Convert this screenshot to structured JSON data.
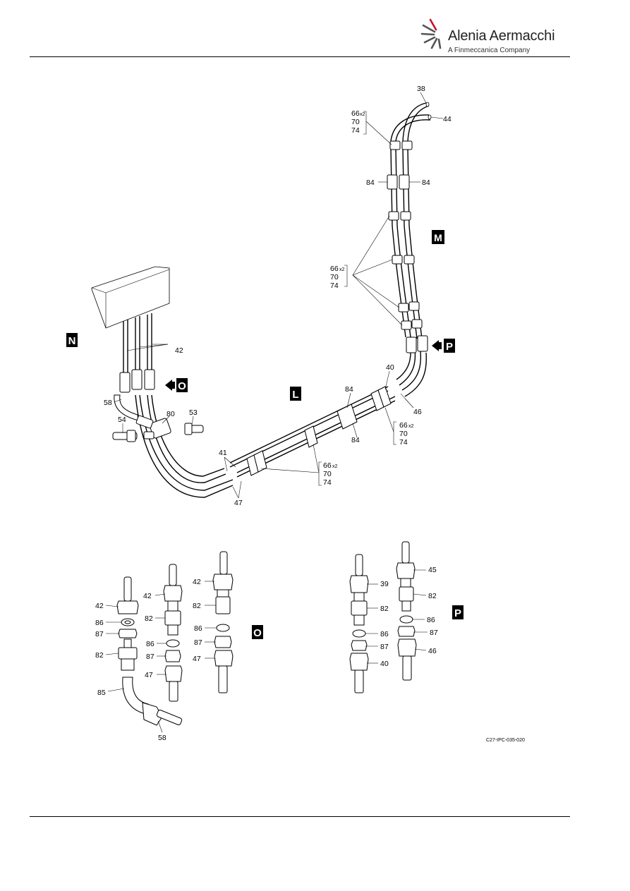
{
  "header": {
    "logo_name": "Alenia Aermacchi",
    "logo_sub": "A Finmeccanica Company"
  },
  "view_labels": {
    "N": "N",
    "O": "O",
    "L": "L",
    "M": "M",
    "P": "P"
  },
  "callouts": {
    "c38": "38",
    "c44": "44",
    "c84a": "84",
    "c84b": "84",
    "c66a": "66",
    "c70a": "70",
    "c74a": "74",
    "c66b": "66",
    "c70b": "70",
    "c74b": "74",
    "c66c": "66",
    "c70c": "70",
    "c74c": "74",
    "c66d": "66",
    "c70d": "70",
    "c74d": "74",
    "x2": "x2",
    "c42": "42",
    "c58": "58",
    "c80": "80",
    "c53": "53",
    "c54": "54",
    "c40": "40",
    "c84c": "84",
    "c84d": "84",
    "c46": "46",
    "c41": "41",
    "c47": "47"
  },
  "detail_o": {
    "a": [
      "42",
      "86",
      "87",
      "82",
      "85",
      "58"
    ],
    "b": [
      "42",
      "82",
      "86",
      "87",
      "47"
    ],
    "c": [
      "42",
      "82",
      "86",
      "87",
      "47"
    ]
  },
  "detail_p": {
    "a": [
      "39",
      "82",
      "86",
      "87",
      "40"
    ],
    "b": [
      "45",
      "82",
      "86",
      "87",
      "46"
    ]
  },
  "figure_code": "C27-IPC-035-020"
}
